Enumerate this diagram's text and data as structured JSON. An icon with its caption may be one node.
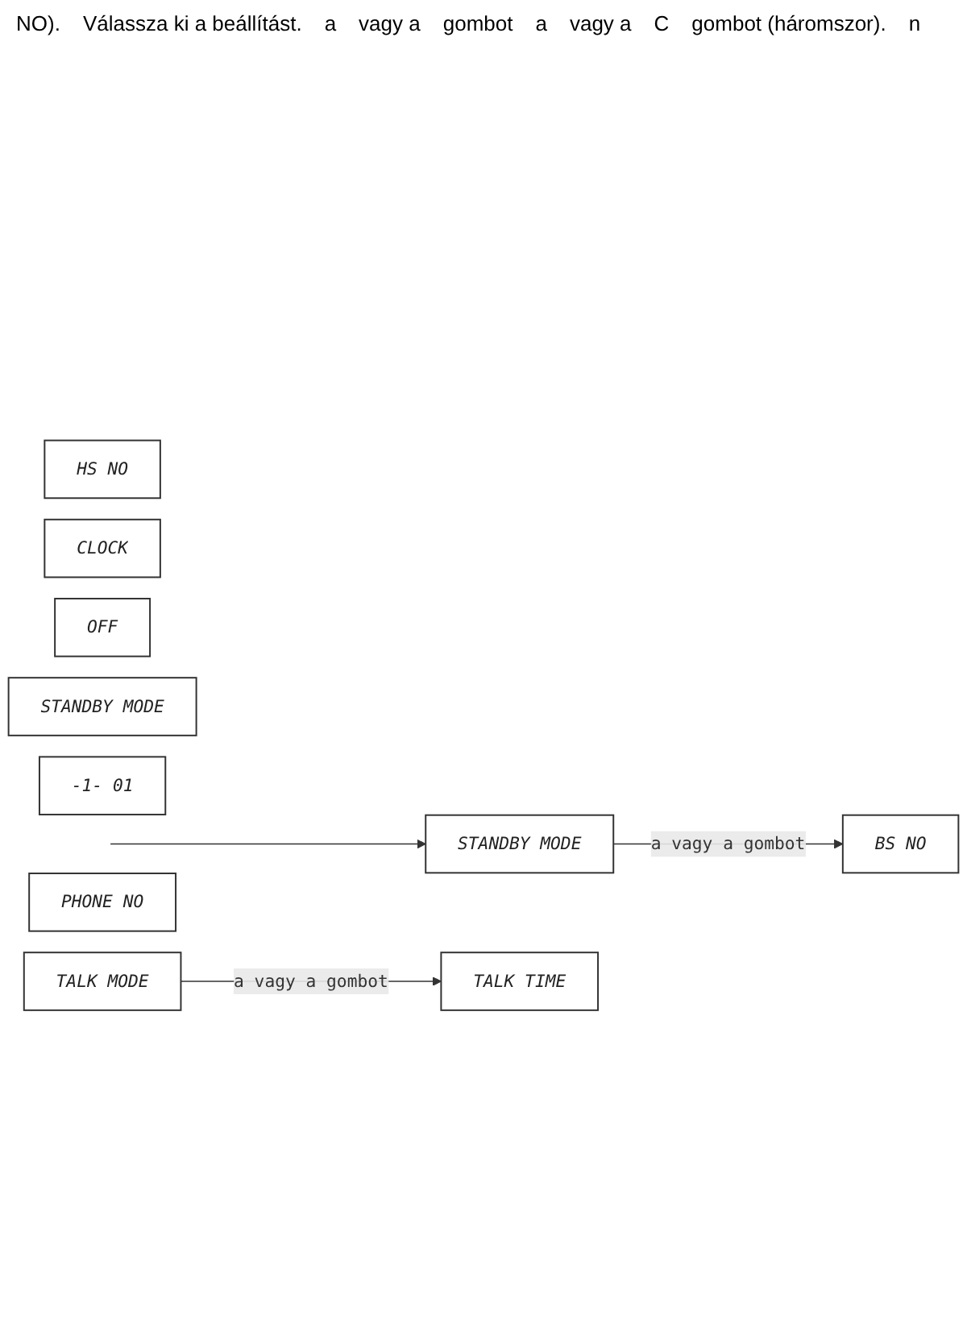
{
  "diagram": {
    "nodes": [
      {
        "text": [
          "STANDBY MODE"
        ]
      },
      {
        "text": [
          "BS NO"
        ]
      },
      {
        "text": [
          "HS NO"
        ]
      },
      {
        "text": [
          "CLOCK"
        ]
      },
      {
        "text": [
          "OFF"
        ]
      },
      {
        "text": [
          "STANDBY MODE"
        ]
      },
      {
        "text": [
          "-1- 01"
        ]
      },
      {
        "text": [
          "TALK MODE"
        ]
      },
      {
        "text": [
          "TALK TIME"
        ]
      },
      {
        "text": [
          "PHONE NO"
        ]
      }
    ],
    "edges": [
      {
        "from": null,
        "to": 0,
        "arrow": "to"
      },
      {
        "from": 0,
        "to": 1,
        "arrow": "to",
        "label": "a vagy a gombot"
      },
      {
        "from": 7,
        "to": 8,
        "arrow": "to",
        "label": "a vagy a gombot"
      }
    ],
    "labels": [
      "NO).",
      "Válassza ki a beállítást.",
      "a",
      "vagy a",
      "gombot",
      "a",
      "vagy a",
      "C",
      "gombot (háromszor).",
      "n"
    ]
  }
}
